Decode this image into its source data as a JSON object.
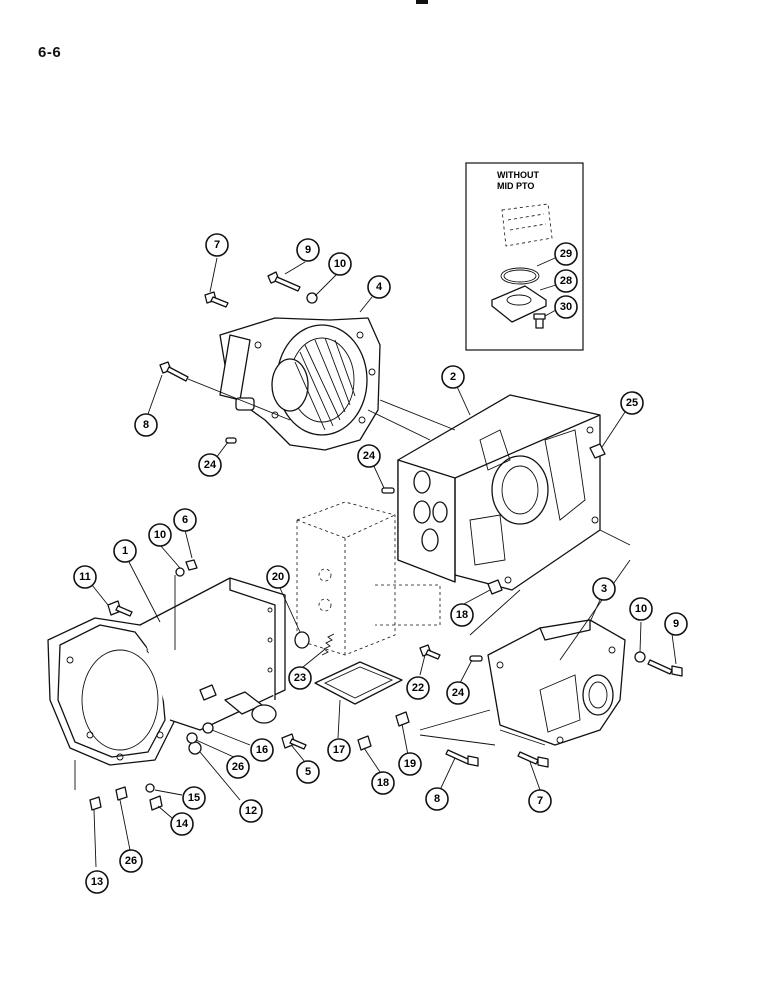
{
  "page": {
    "number": "6-6"
  },
  "inset": {
    "line1": "WITHOUT",
    "line2": "MID PTO"
  },
  "callouts": {
    "c7a": "7",
    "c9a": "9",
    "c10a": "10",
    "c4": "4",
    "c8a": "8",
    "c24a": "24",
    "c2": "2",
    "c25": "25",
    "c24b": "24",
    "c29": "29",
    "c28": "28",
    "c30": "30",
    "c10b": "10",
    "c6": "6",
    "c1": "1",
    "c11": "11",
    "c20": "20",
    "c18a": "18",
    "c23": "23",
    "c22": "22",
    "c24c": "24",
    "c3": "3",
    "c10c": "10",
    "c9b": "9",
    "c17": "17",
    "c19": "19",
    "c18b": "18",
    "c5": "5",
    "c16": "16",
    "c26a": "26",
    "c12": "12",
    "c15": "15",
    "c14": "14",
    "c26b": "26",
    "c13": "13",
    "c8b": "8",
    "c7b": "7"
  }
}
